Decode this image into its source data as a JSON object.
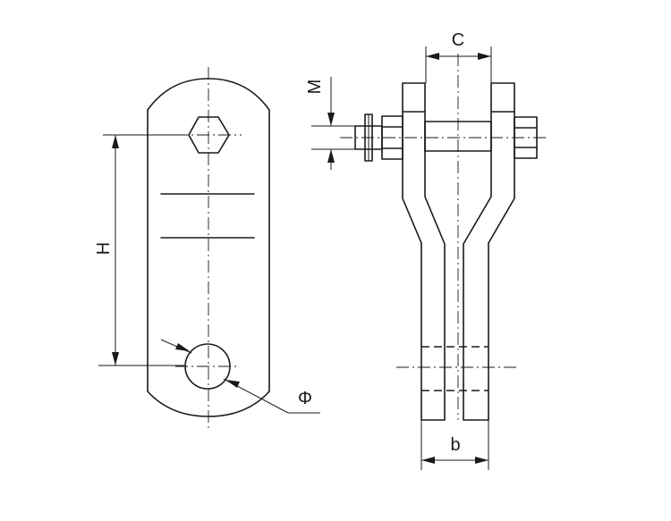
{
  "dimensions": {
    "C": "C",
    "M": "M",
    "H": "H",
    "phi": "Φ",
    "b": "b"
  }
}
